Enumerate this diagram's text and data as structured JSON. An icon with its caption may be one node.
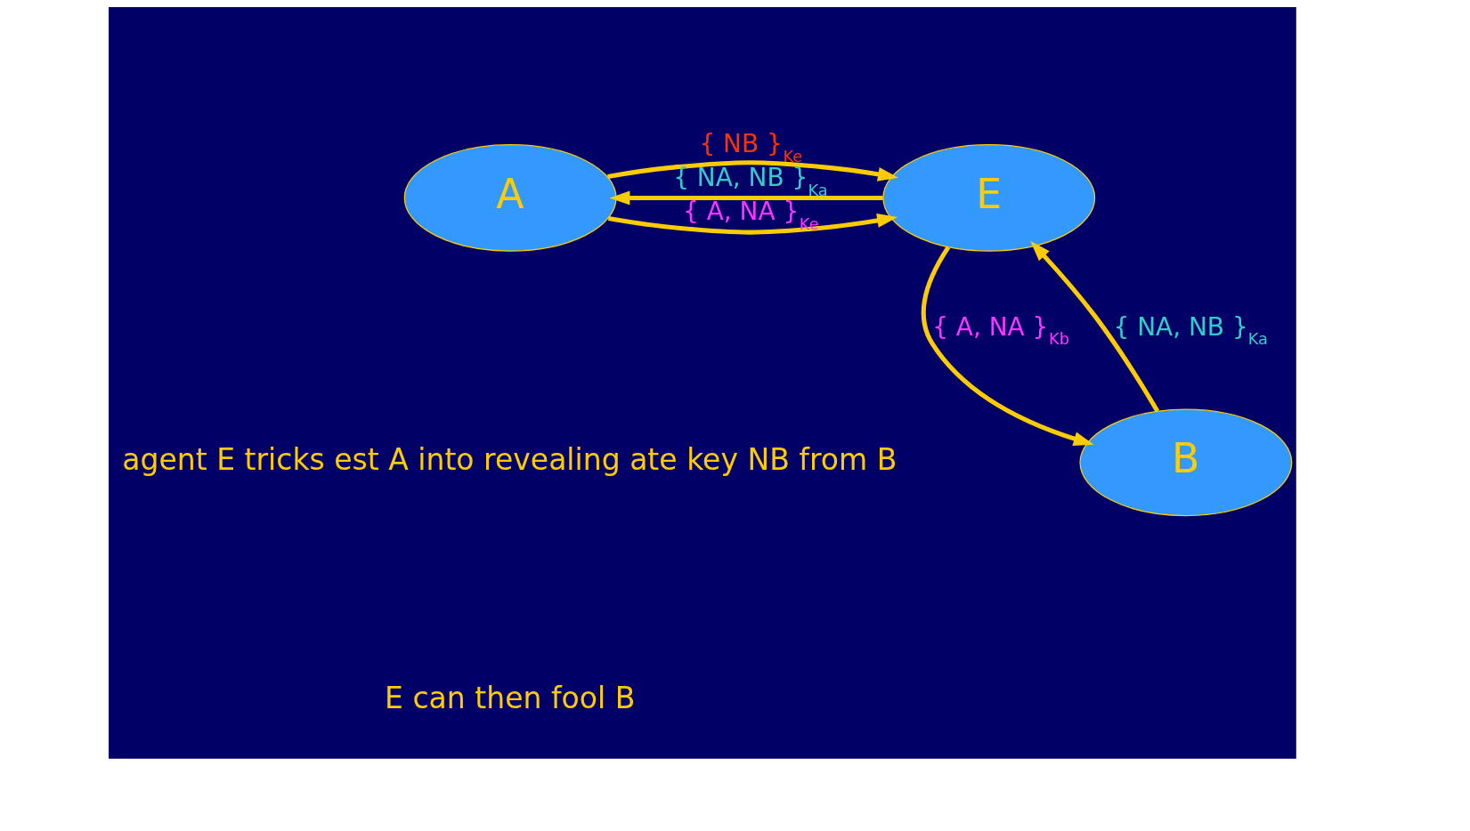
{
  "diagram": {
    "nodes": [
      {
        "text": [
          "A"
        ]
      },
      {
        "text": [
          "E"
        ]
      },
      {
        "text": [
          "B"
        ]
      }
    ],
    "edges": [
      {
        "from": 0,
        "to": 1,
        "arrow": "to",
        "label": "{ A, NA }$_{Ke}$"
      },
      {
        "from": 1,
        "to": 0,
        "arrow": "to",
        "label": "{ NA, NB }$_{Ka}$"
      },
      {
        "from": 0,
        "to": 1,
        "arrow": "to",
        "label": "{ NB }$_{Ke}$"
      },
      {
        "from": 2,
        "to": 1,
        "arrow": "to",
        "label": "{ NA, NB }$_{Ka}$"
      },
      {
        "from": 1,
        "to": 2,
        "arrow": "to",
        "label": "{ A, NA }$_{Kb}$"
      }
    ],
    "labels": [
      "agent E tricks est A into revealing ate key NB from B",
      "E can then fool B"
    ]
  }
}
